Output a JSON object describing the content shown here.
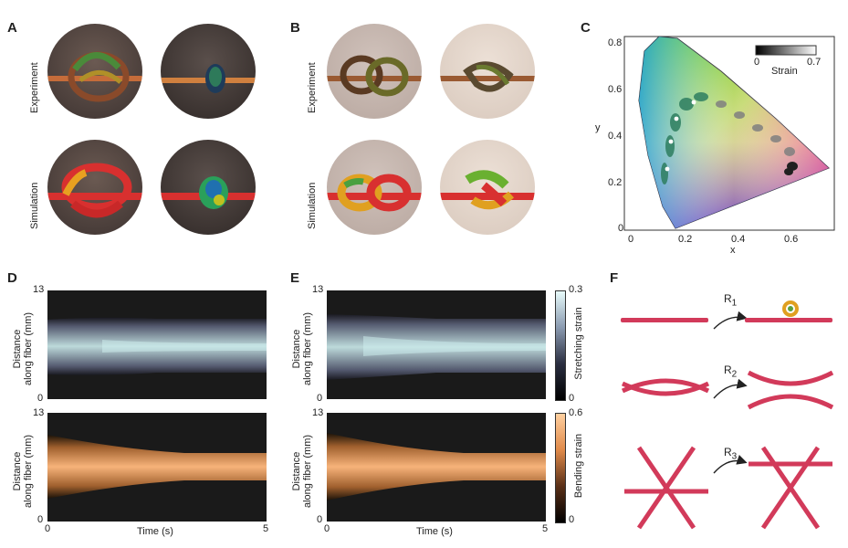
{
  "panels": {
    "A": "A",
    "B": "B",
    "C": "C",
    "D": "D",
    "E": "E",
    "F": "F"
  },
  "rows": {
    "experiment": "Experiment",
    "simulation": "Simulation"
  },
  "chart_c": {
    "xlabel": "x",
    "ylabel": "y",
    "xticks": [
      "0",
      "0.2",
      "0.4",
      "0.6"
    ],
    "yticks": [
      "0.8",
      "0.6",
      "0.4",
      "0.2",
      "0"
    ],
    "colorbar": {
      "label": "Strain",
      "min": "0",
      "max": "0.7"
    }
  },
  "heatmaps": {
    "ylabel_line1": "Distance",
    "ylabel_line2": "along fiber (mm)",
    "ytop": "13",
    "ybottom": "0",
    "xlabel": "Time (s)",
    "xstart": "0",
    "xend": "5",
    "stretch_bar": {
      "label": "Stretching strain",
      "max": "0.3",
      "min": "0"
    },
    "bend_bar": {
      "label": "Bending strain",
      "max": "0.6",
      "min": "0"
    }
  },
  "panel_f": {
    "r1_main": "R",
    "r1_sub": "1",
    "r2_main": "R",
    "r2_sub": "2",
    "r3_main": "R",
    "r3_sub": "3"
  },
  "colors": {
    "rod": "#d23a5a",
    "stretch_hi": "#cfeff0",
    "bend_hi": "#f7b37a"
  }
}
